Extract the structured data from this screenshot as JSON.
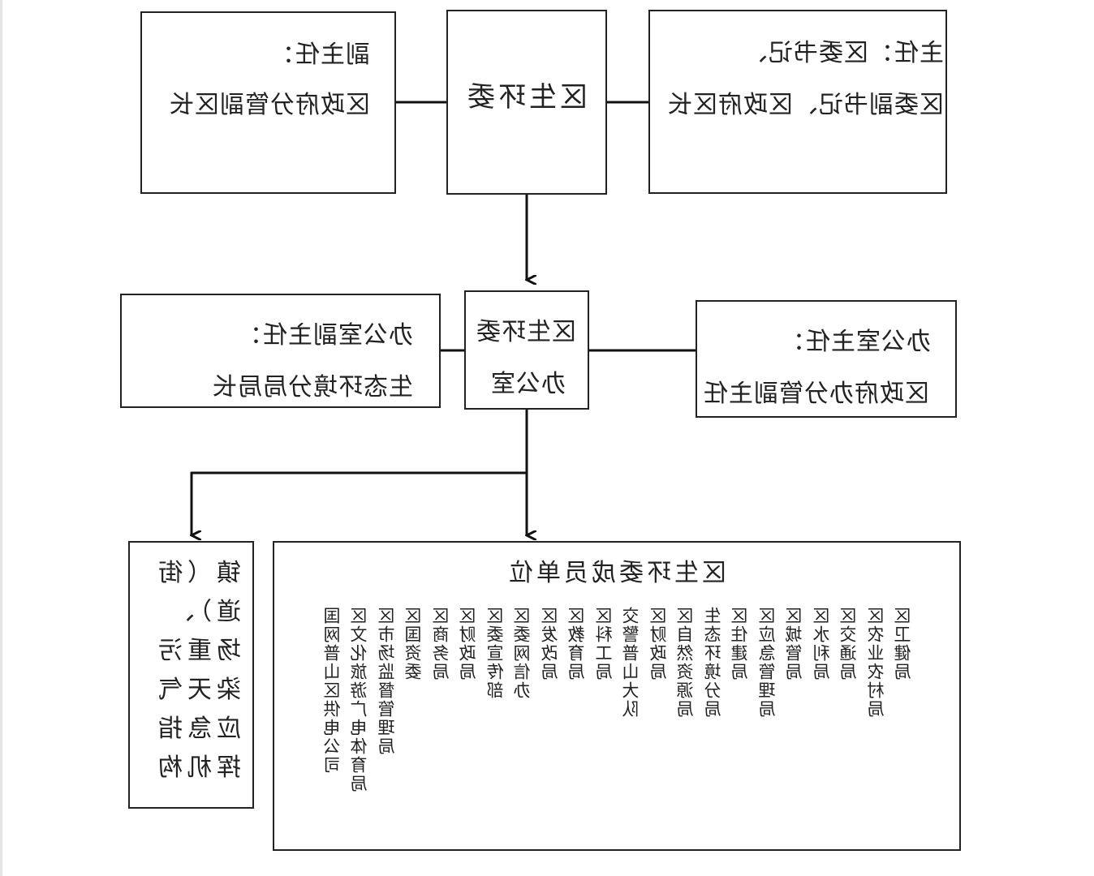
{
  "top_left": {
    "line1": "副主任：",
    "line2": "区政府分管副区长"
  },
  "top_center": {
    "label": "区生环委"
  },
  "top_right": {
    "line1": "主任：区委书记、",
    "line2": "区委副书记、区政府区长"
  },
  "middle_center": {
    "line1": "区生环委",
    "line2": "办公室"
  },
  "middle_left": {
    "line1": "办公室副主任：",
    "line2": "生态环境分局局长"
  },
  "middle_right": {
    "line1": "办公室主任：",
    "line2": "区政府办分管副主任"
  },
  "bottom_left": {
    "lines": [
      "镇（街",
      "道）、",
      "场重污",
      "染天气",
      "应急指",
      "挥机构"
    ]
  },
  "bottom_right": {
    "title": "区生环委成员单位",
    "members": [
      "区卫健局",
      "区农业农村局",
      "区交通局",
      "区水利局",
      "区城管局",
      "区应急管理局",
      "区住建局",
      "生态环境分局",
      "区自然资源局",
      "区财政局",
      "交警普山大队",
      "区科工局",
      "区教育局",
      "区发改局",
      "区委网信办",
      "区委宣传部",
      "区财政局",
      "区商务局",
      "区国资委",
      "区市场监督管理局",
      "区文化旅游广电体育局",
      "国网普山区供电公司"
    ]
  }
}
